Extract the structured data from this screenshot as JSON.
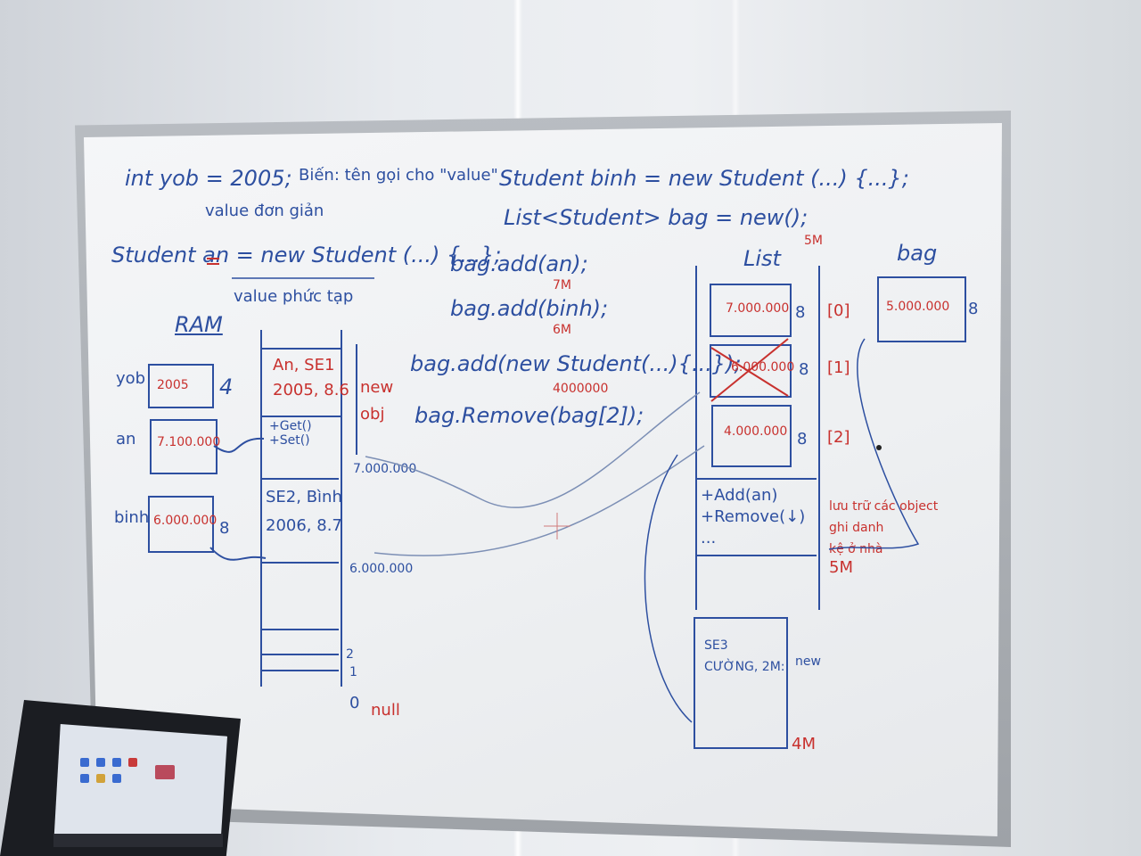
{
  "board": {
    "line1_left": "int yob = 2005;",
    "line1_note": "Biến: tên gọi cho \"value\"",
    "line1_right": "Student binh = new Student (...) {...};",
    "value_simple": "value đơn giản",
    "list_line": "List<Student> bag = new();",
    "list_size": "5M",
    "student_an": "Student an = new Student (...) {...};",
    "value_complex": "value phức tạp",
    "add_an": "bag.add(an);",
    "add_an_addr": "7M",
    "add_binh": "bag.add(binh);",
    "add_binh_addr": "6M",
    "add_new": "bag.add(new Student(...){...});",
    "add_new_addr": "4000000",
    "remove": "bag.Remove(bag[2]);"
  },
  "ram": {
    "title": "RAM",
    "vars": [
      {
        "name": "yob",
        "value": "2005",
        "size": "4"
      },
      {
        "name": "an",
        "value": "7.100.000",
        "size": ""
      },
      {
        "name": "binh",
        "value": "6.000.000",
        "size": "8"
      }
    ],
    "obj1_data": "An, SE1\n2005, 8.6",
    "obj1_methods": "+Get()\n+Set()",
    "obj2_data": "SE2, Bình\n2006, 8.7",
    "new_obj": "new\nobj",
    "addr1": "7.000.000",
    "addr2": "6.000.000",
    "marker_2": "2",
    "marker_1": "1",
    "marker_0": "0",
    "null_label": "null"
  },
  "list": {
    "title": "List",
    "slots": [
      {
        "value": "7.000.000",
        "size": "8",
        "index": "[0]"
      },
      {
        "value": "6.000.000",
        "size": "8",
        "index": "[1]"
      },
      {
        "value": "4.000.000",
        "size": "8",
        "index": "[2]"
      }
    ],
    "methods": "+Add(an)\n+Remove(↓)\n...",
    "addr_label": "5M",
    "note": "lưu trữ các object\nghi danh\nkệ ở nhà"
  },
  "bag": {
    "title": "bag",
    "value": "5.000.000",
    "size": "8"
  },
  "se3": {
    "data": "SE3\nCƯỜNG, 2M:",
    "new_label": "new",
    "addr": "4M"
  },
  "colors": {
    "blue_ink": "#2d4fa0",
    "red_ink": "#c8312e"
  }
}
